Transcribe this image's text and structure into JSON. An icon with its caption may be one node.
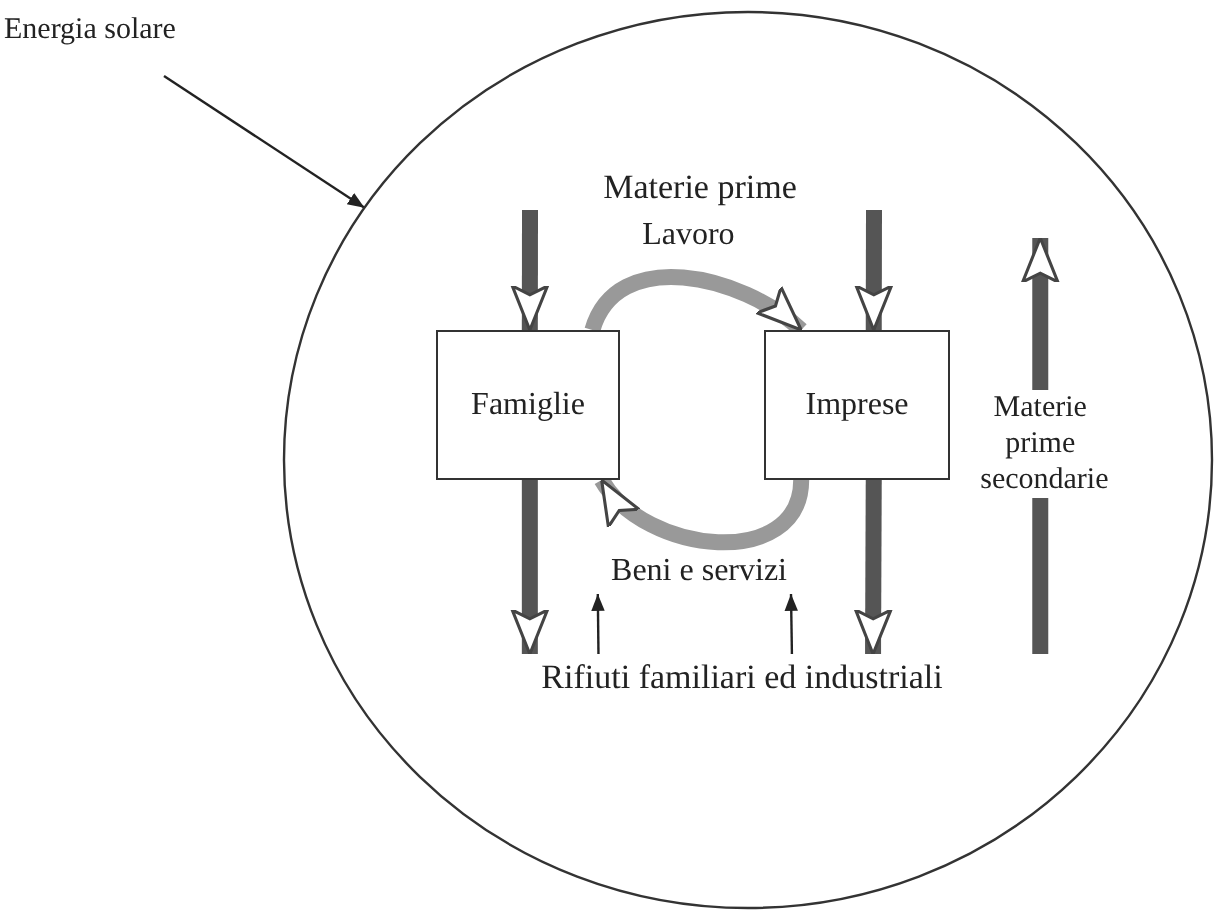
{
  "diagram": {
    "nodes": [
      {
        "text": [
          "Energia solare"
        ]
      },
      {
        "text": [],
        "shape": "circle"
      },
      {
        "text": [
          "Materie prime"
        ],
        "in": 1
      },
      {
        "text": [
          "Famiglie"
        ],
        "in": 1
      },
      {
        "text": [
          "Imprese"
        ],
        "in": 1
      },
      {
        "text": [
          "Beni e servizi"
        ],
        "in": 1
      },
      {
        "text": [
          "Rifiuti familiari ed industriali"
        ],
        "in": 1
      }
    ],
    "edges": [
      {
        "from": 0,
        "to": 1,
        "arrow": "to"
      },
      {
        "from": 2,
        "to": 3,
        "arrow": "to"
      },
      {
        "from": 2,
        "to": 4,
        "arrow": "to"
      },
      {
        "from": 3,
        "to": 4,
        "arrow": "to",
        "label": "Lavoro",
        "color": "#999999"
      },
      {
        "from": 4,
        "to": 3,
        "arrow": "to",
        "color": "#999999"
      },
      {
        "from": 3,
        "to": 6,
        "arrow": "to"
      },
      {
        "from": 4,
        "to": 6,
        "arrow": "to"
      },
      {
        "from": 6,
        "to": 5,
        "arrow": "to"
      },
      {
        "from": 6,
        "to": 5,
        "arrow": "to"
      },
      {
        "from": 6,
        "to": null,
        "arrow": "to",
        "label": "Materie prime secondarie"
      }
    ]
  }
}
